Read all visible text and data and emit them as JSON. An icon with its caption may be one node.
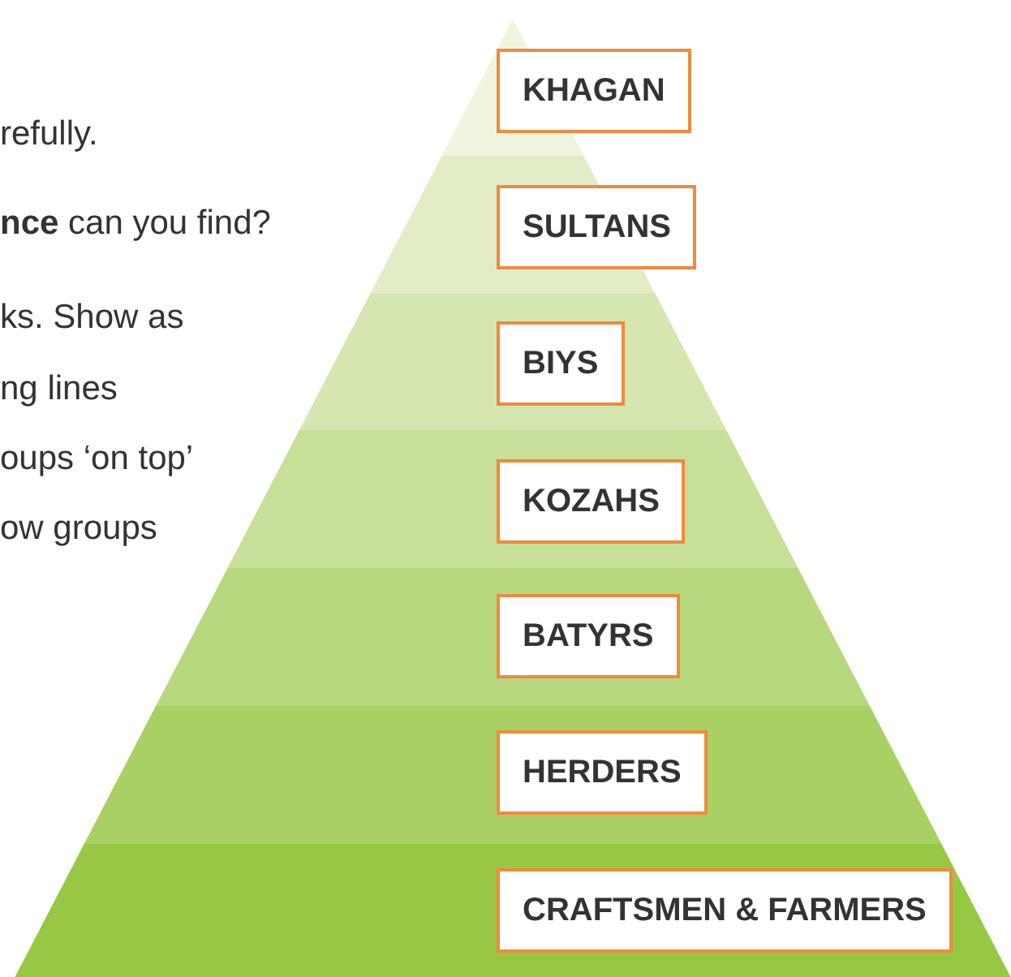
{
  "diagram": {
    "nodes": [
      {
        "text": [
          "KHAGAN"
        ]
      },
      {
        "text": [
          "SULTANS"
        ]
      },
      {
        "text": [
          "BIYS"
        ]
      },
      {
        "text": [
          "KOZAHS"
        ]
      },
      {
        "text": [
          "BATYRS"
        ]
      },
      {
        "text": [
          "HERDERS"
        ]
      },
      {
        "text": [
          "CRAFTSMEN & FARMERS"
        ]
      }
    ],
    "labels": [
      "refully.",
      "**nce** can you find?",
      "ks. Show as",
      "ng lines",
      "oups ‘on top’",
      "ow groups"
    ]
  }
}
